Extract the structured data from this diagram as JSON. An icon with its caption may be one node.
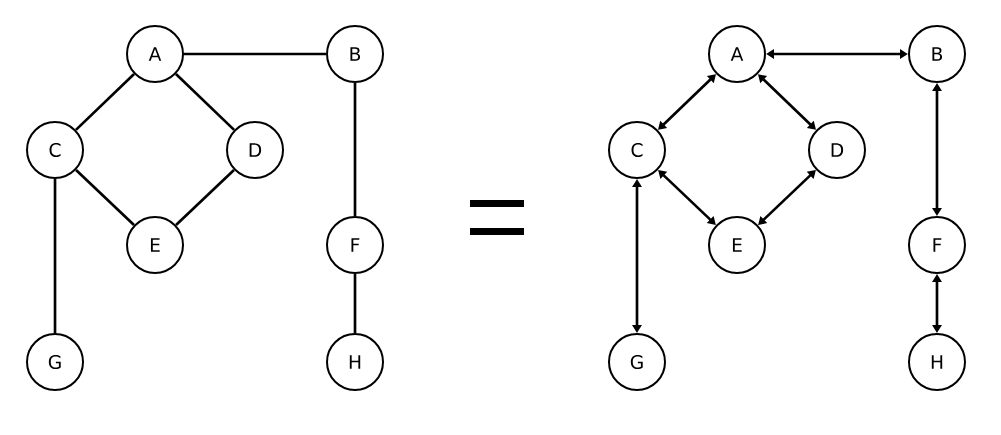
{
  "diagram": {
    "nodes": [
      {
        "text": [
          "A"
        ]
      },
      {
        "text": [
          "B"
        ]
      },
      {
        "text": [
          "C"
        ]
      },
      {
        "text": [
          "D"
        ]
      },
      {
        "text": [
          "E"
        ]
      },
      {
        "text": [
          "F"
        ]
      },
      {
        "text": [
          "G"
        ]
      },
      {
        "text": [
          "H"
        ]
      },
      {
        "text": [
          "A"
        ]
      },
      {
        "text": [
          "B"
        ]
      },
      {
        "text": [
          "C"
        ]
      },
      {
        "text": [
          "D"
        ]
      },
      {
        "text": [
          "E"
        ]
      },
      {
        "text": [
          "F"
        ]
      },
      {
        "text": [
          "G"
        ]
      },
      {
        "text": [
          "H"
        ]
      }
    ],
    "edges": [
      {
        "from": 0,
        "to": 1,
        "arrow": "none"
      },
      {
        "from": 0,
        "to": 2,
        "arrow": "none"
      },
      {
        "from": 0,
        "to": 3,
        "arrow": "none"
      },
      {
        "from": 2,
        "to": 4,
        "arrow": "none"
      },
      {
        "from": 3,
        "to": 4,
        "arrow": "none"
      },
      {
        "from": 2,
        "to": 6,
        "arrow": "none"
      },
      {
        "from": 1,
        "to": 5,
        "arrow": "none"
      },
      {
        "from": 5,
        "to": 7,
        "arrow": "none"
      },
      {
        "from": 8,
        "to": 9,
        "arrow": "both"
      },
      {
        "from": 8,
        "to": 10,
        "arrow": "both"
      },
      {
        "from": 8,
        "to": 11,
        "arrow": "both"
      },
      {
        "from": 10,
        "to": 12,
        "arrow": "both"
      },
      {
        "from": 11,
        "to": 12,
        "arrow": "both"
      },
      {
        "from": 10,
        "to": 14,
        "arrow": "both"
      },
      {
        "from": 9,
        "to": 13,
        "arrow": "both"
      },
      {
        "from": 13,
        "to": 15,
        "arrow": "both"
      }
    ]
  }
}
